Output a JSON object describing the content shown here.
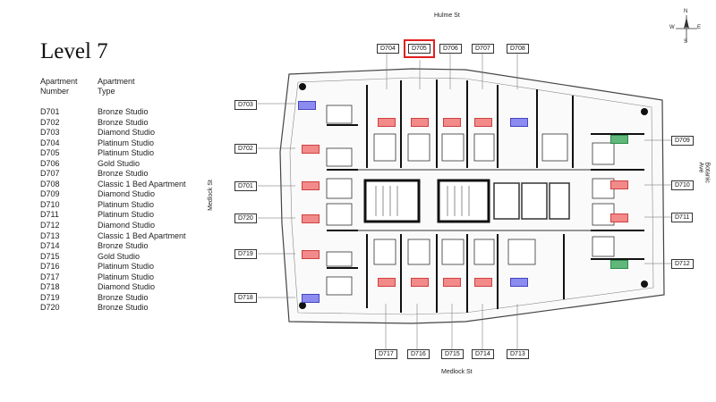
{
  "title": "Level 7",
  "table": {
    "header_number": "Apartment\nNumber",
    "header_number_l1": "Apartment",
    "header_number_l2": "Number",
    "header_type_l1": "Apartment",
    "header_type_l2": "Type",
    "rows": [
      {
        "number": "D701",
        "type": "Bronze Studio"
      },
      {
        "number": "D702",
        "type": "Bronze Studio"
      },
      {
        "number": "D703",
        "type": "Diamond Studio"
      },
      {
        "number": "D704",
        "type": "Platinum Studio"
      },
      {
        "number": "D705",
        "type": "Platinum Studio"
      },
      {
        "number": "D706",
        "type": "Gold Studio"
      },
      {
        "number": "D707",
        "type": "Bronze Studio"
      },
      {
        "number": "D708",
        "type": "Classic 1 Bed Apartment"
      },
      {
        "number": "D709",
        "type": "Diamond Studio"
      },
      {
        "number": "D710",
        "type": "Platinum Studio"
      },
      {
        "number": "D711",
        "type": "Platinum Studio"
      },
      {
        "number": "D712",
        "type": "Diamond Studio"
      },
      {
        "number": "D713",
        "type": "Classic 1 Bed Apartment"
      },
      {
        "number": "D714",
        "type": "Bronze Studio"
      },
      {
        "number": "D715",
        "type": "Gold Studio"
      },
      {
        "number": "D716",
        "type": "Platinum Studio"
      },
      {
        "number": "D717",
        "type": "Platinum Studio"
      },
      {
        "number": "D718",
        "type": "Diamond Studio"
      },
      {
        "number": "D719",
        "type": "Bronze Studio"
      },
      {
        "number": "D720",
        "type": "Bronze Studio"
      }
    ]
  },
  "streets": {
    "top": "Hulme St",
    "bottom": "Medlock St",
    "left": "Medlock St",
    "right": "Botanic Ave"
  },
  "compass": {
    "n": "N",
    "s": "S",
    "e": "E",
    "w": "W"
  },
  "unit_tags": {
    "D704": "D704",
    "D705": "D705",
    "D706": "D706",
    "D707": "D707",
    "D708": "D708",
    "D703": "D703",
    "D702": "D702",
    "D701": "D701",
    "D720": "D720",
    "D719": "D719",
    "D718": "D718",
    "D709": "D709",
    "D710": "D710",
    "D711": "D711",
    "D712": "D712",
    "D717": "D717",
    "D716": "D716",
    "D715": "D715",
    "D714": "D714",
    "D713": "D713"
  },
  "highlighted_unit": "D705",
  "colors": {
    "highlight": "#e02020",
    "badge_red": "#f28a8a",
    "badge_blue": "#8c8cf0",
    "badge_green": "#5fb87a"
  }
}
